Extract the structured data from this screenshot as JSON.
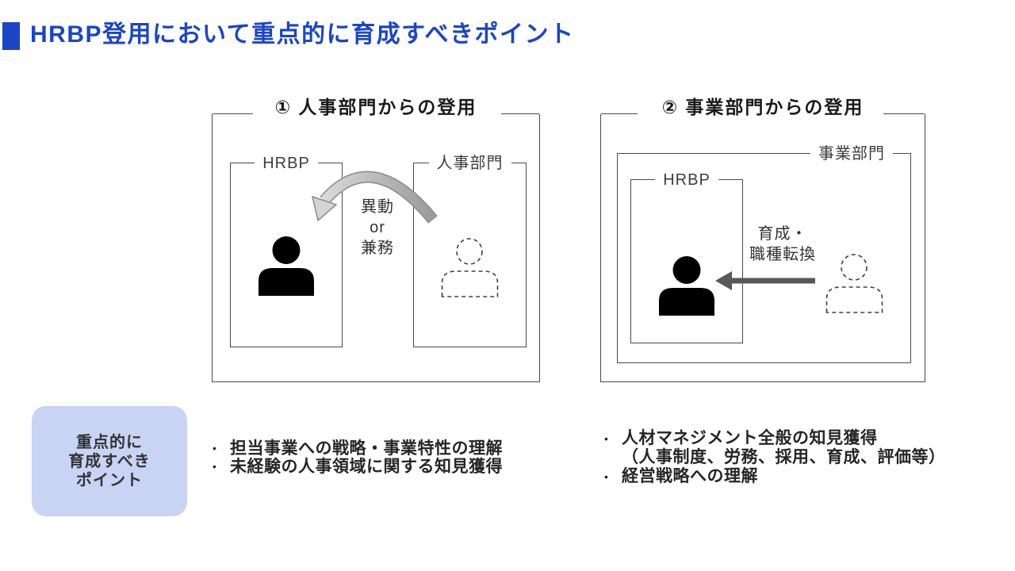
{
  "header": {
    "title": "HRBP登用において重点的に育成すべきポイント",
    "accent_color": "#1b45c7"
  },
  "diagram_hr": {
    "caption": "① 人事部門からの登用",
    "hrbp_box_label": "HRBP",
    "dept_box_label": "人事部門",
    "arrow_label": [
      "異動",
      "or",
      "兼務"
    ]
  },
  "diagram_biz": {
    "caption": "② 事業部門からの登用",
    "dept_box_label": "事業部門",
    "hrbp_box_label": "HRBP",
    "arrow_label": [
      "育成・",
      "職種転換"
    ]
  },
  "focus_points": {
    "bullet_char": "•",
    "box_fill": "#c9d3f4",
    "label_lines": [
      "重点的に",
      "育成すべき",
      "ポイント"
    ],
    "hr_route_bullets": [
      "担当事業への戦略・事業特性の理解",
      "未経験の人事領域に関する知見獲得"
    ],
    "biz_route_bullets": {
      "first": "人材マネジメント全般の知見獲得",
      "first_sub": "（人事制度、労務、採用、育成、評価等）",
      "second": "経営戦略への理解"
    }
  },
  "icons": {
    "person_solid": "person-icon",
    "person_dashed": "person-outline-icon",
    "curved_arrow": "curved-arrow-icon",
    "straight_arrow": "left-arrow-icon"
  },
  "colors": {
    "arrow_dark": "#595959",
    "arrow_gradient_light": "#d9d9d9",
    "arrow_gradient_dark": "#9a9a9a",
    "box_border": "#4a4a4a"
  }
}
